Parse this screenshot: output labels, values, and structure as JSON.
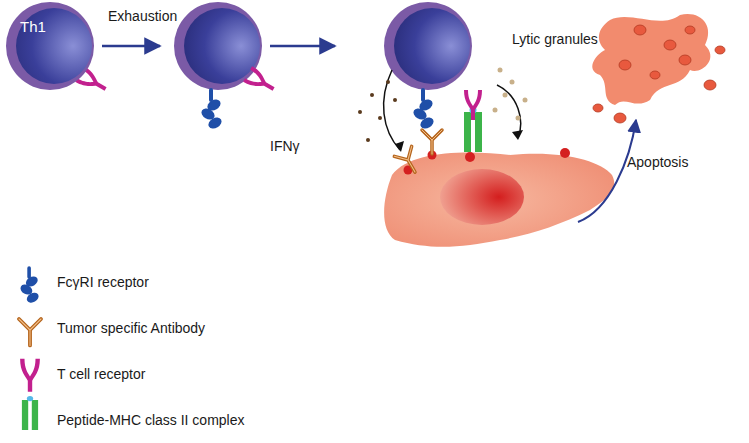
{
  "diagram": {
    "nodes": [
      {
        "text": [
          "Th1"
        ]
      }
    ],
    "labels": [
      "Exhaustion",
      "IFNγ",
      "Lytic granules",
      "Apoptosis"
    ],
    "legend": [
      {
        "text": "FcγRI receptor"
      },
      {
        "text": "Tumor specific Antibody"
      },
      {
        "text": "T cell receptor"
      },
      {
        "text": "Peptide-MHC class II complex"
      }
    ]
  }
}
